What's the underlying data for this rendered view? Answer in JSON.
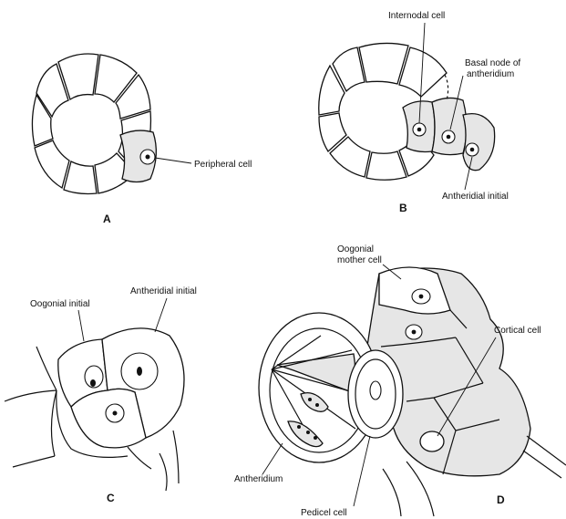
{
  "panels": {
    "a": {
      "letter": "A",
      "labels": {
        "peripheral_cell": "Peripheral cell"
      }
    },
    "b": {
      "letter": "B",
      "labels": {
        "internodal_cell": "Internodal cell",
        "basal_node_line1": "Basal node of",
        "basal_node_line2": "antheridium",
        "antheridial_initial": "Antheridial initial"
      }
    },
    "c": {
      "letter": "C",
      "labels": {
        "oogonial_initial": "Oogonial initial",
        "antheridial_initial": "Antheridial initial"
      }
    },
    "d": {
      "letter": "D",
      "labels": {
        "oogonial_mother_line1": "Oogonial",
        "oogonial_mother_line2": "mother cell",
        "cortical_cell": "Cortical cell",
        "antheridium": "Antheridium",
        "pedicel_cell": "Pedicel cell"
      }
    }
  },
  "colors": {
    "ink": "#111111",
    "shading": "#e6e6e6",
    "paper": "#ffffff"
  }
}
